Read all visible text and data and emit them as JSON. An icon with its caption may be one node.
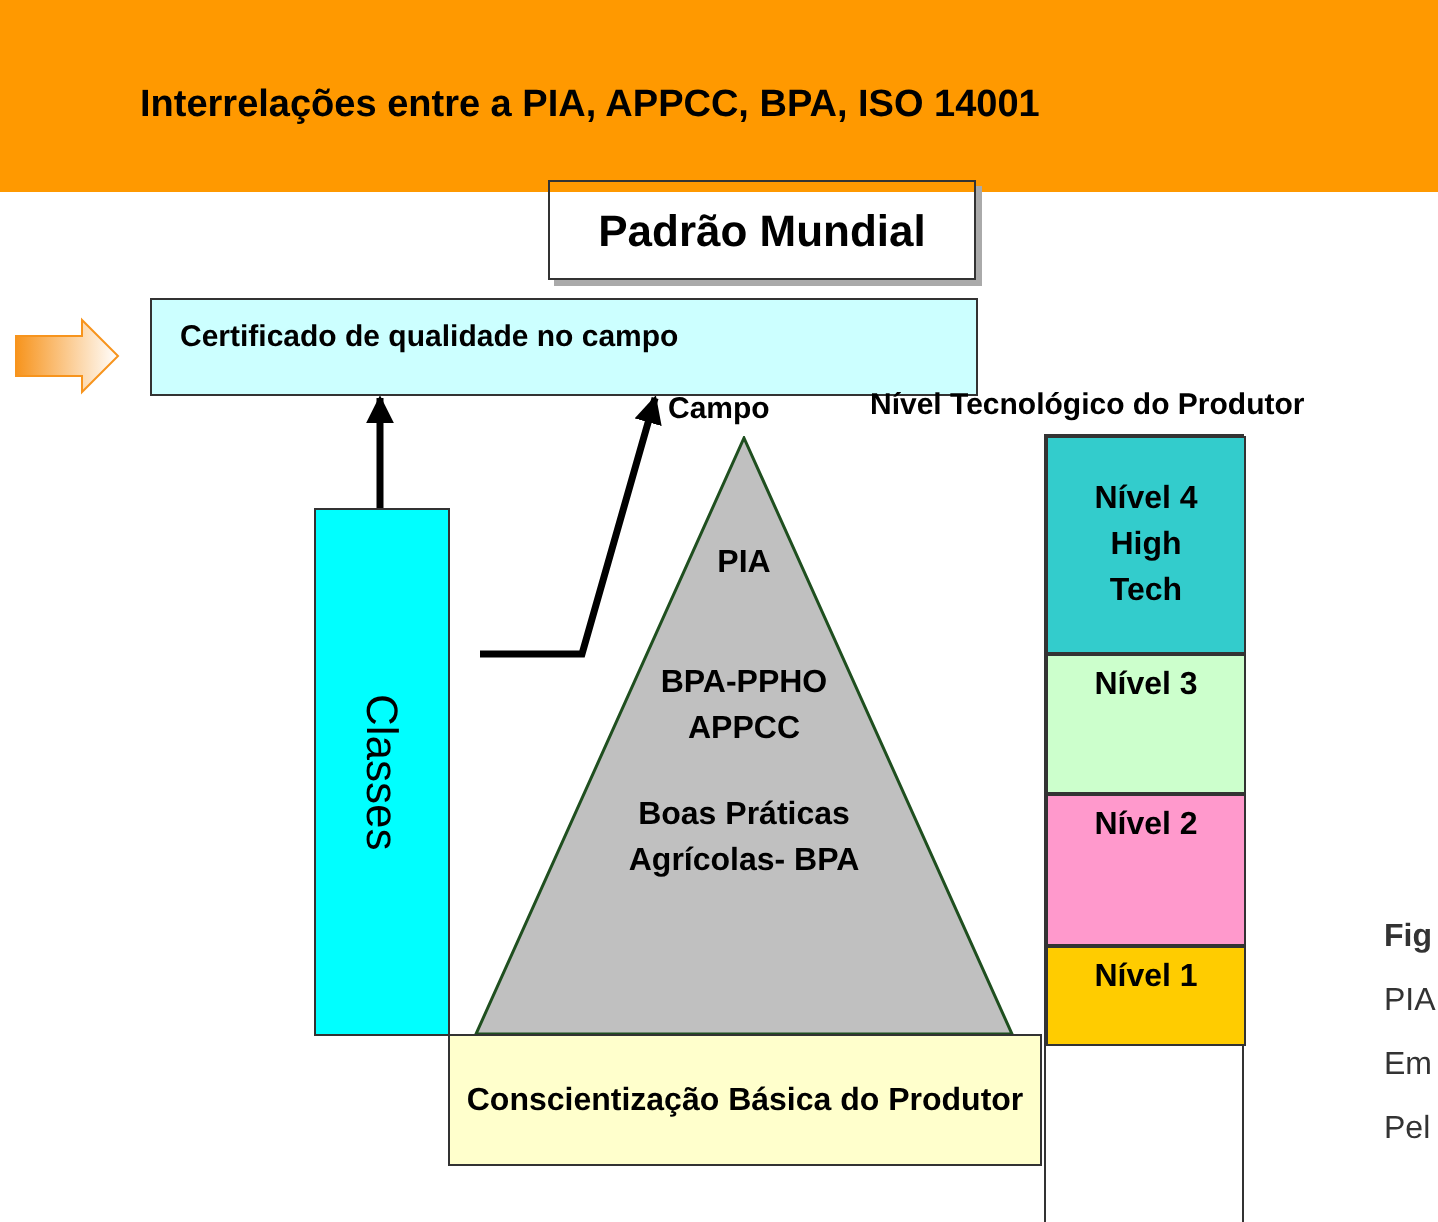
{
  "diagram": {
    "title": "Interrelações entre a PIA, APPCC, BPA, ISO  14001",
    "nodes": [
      {
        "text": [
          "Padrão Mundial"
        ]
      },
      {
        "text": [
          "Certificado de qualidade no campo"
        ]
      },
      {
        "text": [
          "Classes"
        ]
      },
      {
        "text": [
          "PIA",
          "BPA-PPHO APPCC",
          "Boas Práticas Agrícolas- BPA"
        ],
        "beside": [
          "Campo"
        ]
      },
      {
        "text": [
          "Conscientização Básica do Produtor"
        ]
      },
      {
        "text": [
          "Nível Tecnológico do Produtor"
        ]
      },
      {
        "text": [
          "Nível 4 High Tech"
        ],
        "in": 5
      },
      {
        "text": [
          "Nível 3"
        ],
        "in": 5
      },
      {
        "text": [
          "Nível 2"
        ],
        "in": 5
      },
      {
        "text": [
          "Nível 1"
        ],
        "in": 5
      }
    ],
    "edges": [
      {
        "from": null,
        "to": 1,
        "arrow": "to",
        "style": "thick",
        "color": "#f7941d"
      },
      {
        "from": 2,
        "to": 1,
        "arrow": "to"
      },
      {
        "from": null,
        "to": 1,
        "arrow": "to"
      }
    ],
    "labels": [
      "Fig",
      "PIA",
      "Em",
      "Pel"
    ]
  }
}
